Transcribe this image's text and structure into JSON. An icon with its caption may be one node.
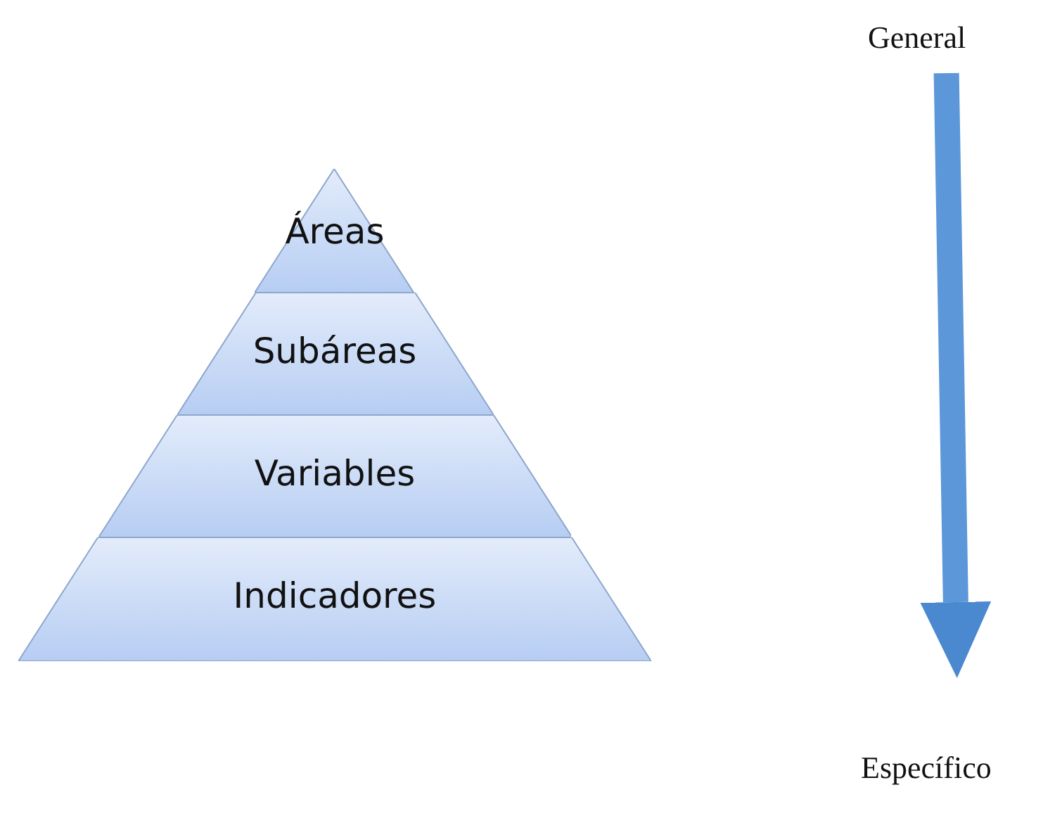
{
  "diagram": {
    "nodes": [
      {
        "text": [
          "Áreas"
        ]
      },
      {
        "text": [
          "Subáreas"
        ]
      },
      {
        "text": [
          "Variables"
        ]
      },
      {
        "text": [
          "Indicadores"
        ]
      },
      {
        "text": [
          "General"
        ]
      },
      {
        "text": [
          "Específico"
        ]
      }
    ],
    "edges": [
      {
        "from": 4,
        "to": 5,
        "arrow": "to"
      }
    ]
  }
}
